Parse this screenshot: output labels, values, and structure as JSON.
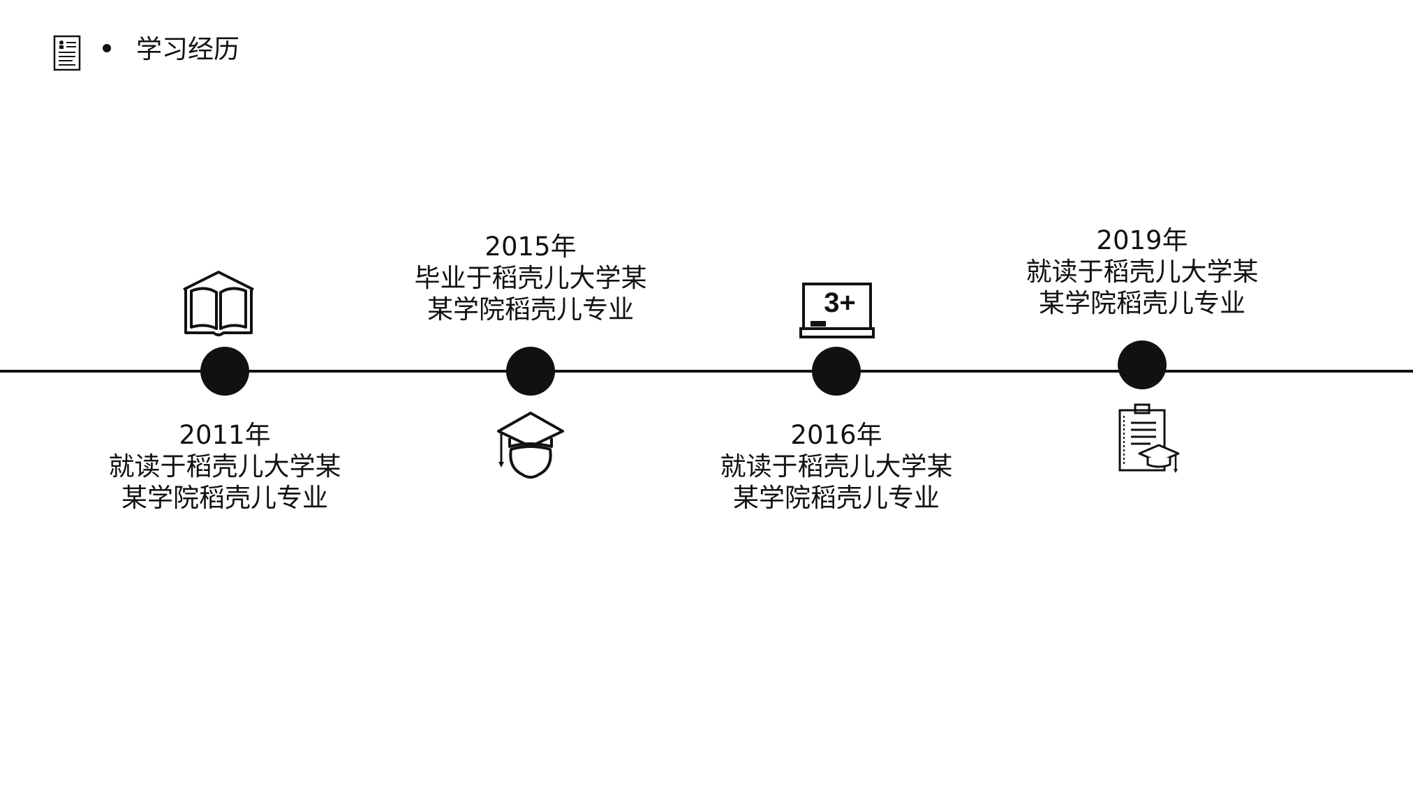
{
  "header": {
    "title": "学习经历",
    "icon": "resume-icon"
  },
  "timeline": {
    "line_color": "#111111",
    "events": [
      {
        "year": "2011年",
        "line1": "就读于稻壳儿大学某",
        "line2": "某学院稻壳儿专业",
        "icon": "open-book-icon"
      },
      {
        "year": "2015年",
        "line1": "毕业于稻壳儿大学某",
        "line2": "某学院稻壳儿专业",
        "icon": "graduate-icon"
      },
      {
        "year": "2016年",
        "line1": "就读于稻壳儿大学某",
        "line2": "某学院稻壳儿专业",
        "icon": "blackboard-icon",
        "board_text": "3+"
      },
      {
        "year": "2019年",
        "line1": "就读于稻壳儿大学某",
        "line2": "某学院稻壳儿专业",
        "icon": "diploma-clipboard-icon"
      }
    ]
  }
}
